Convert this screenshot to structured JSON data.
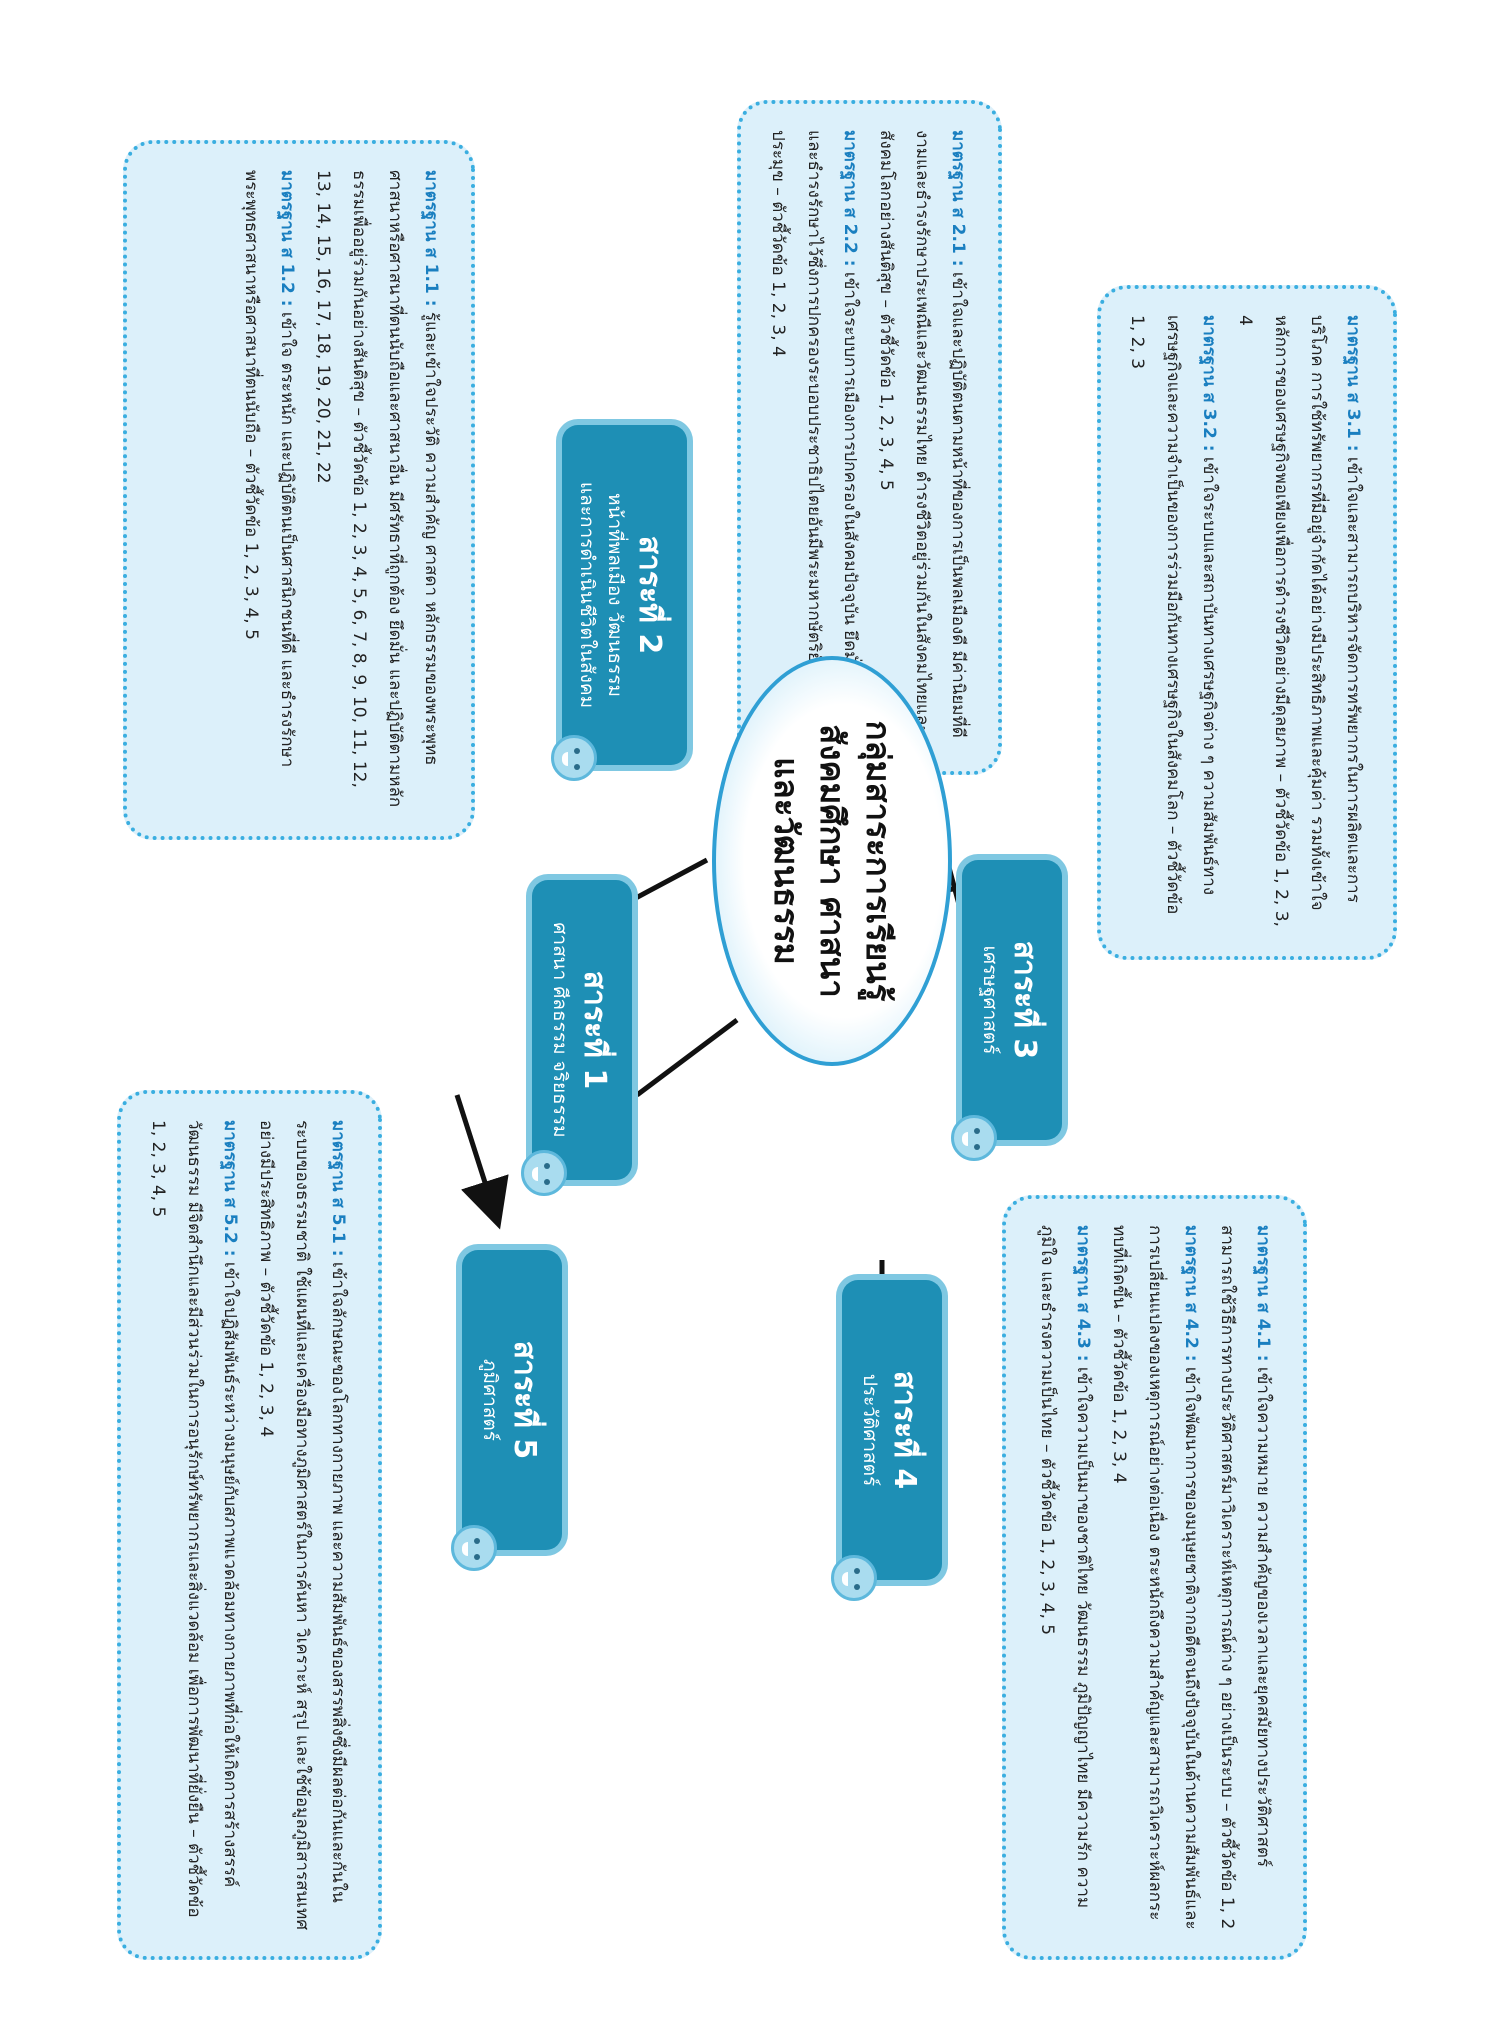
{
  "title": {
    "line1": "กลุ่มสาระการเรียนรู้",
    "line2": "สังคมศึกษา ศาสนา",
    "line3": "และวัฒนธรรม"
  },
  "strands": [
    {
      "title": "สาระที่ 1",
      "subtitle": "ศาสนา ศีลธรรม จริยธรรม",
      "subtitle2": ""
    },
    {
      "title": "สาระที่ 2",
      "subtitle": "หน้าที่พลเมือง วัฒนธรรม",
      "subtitle2": "และการดำเนินชีวิตในสังคม"
    },
    {
      "title": "สาระที่ 3",
      "subtitle": "เศรษฐศาสตร์",
      "subtitle2": ""
    },
    {
      "title": "สาระที่ 4",
      "subtitle": "ประวัติศาสตร์",
      "subtitle2": ""
    },
    {
      "title": "สาระที่ 5",
      "subtitle": "ภูมิศาสตร์",
      "subtitle2": ""
    }
  ],
  "standards": {
    "s1": [
      {
        "label": "มาตรฐาน ส 1.1 :",
        "text": "รู้และเข้าใจประวัติ ความสำคัญ ศาสดา หลักธรรมของพระพุทธศาสนาหรือศาสนาที่ตนนับถือและศาสนาอื่น มีศรัทธาที่ถูกต้อง ยึดมั่น และปฏิบัติตามหลักธรรมเพื่ออยู่ร่วมกันอย่างสันติสุข – ตัวชี้วัดข้อ 1, 2, 3, 4, 5, 6, 7, 8, 9, 10, 11, 12, 13, 14, 15, 16, 17, 18, 19, 20, 21, 22"
      },
      {
        "label": "มาตรฐาน ส 1.2 :",
        "text": "เข้าใจ ตระหนัก และปฏิบัติตนเป็นศาสนิกชนที่ดี และธำรงรักษาพระพุทธศาสนาหรือศาสนาที่ตนนับถือ – ตัวชี้วัดข้อ 1, 2, 3, 4, 5"
      }
    ],
    "s2": [
      {
        "label": "มาตรฐาน ส 2.1 :",
        "text": "เข้าใจและปฏิบัติตนตามหน้าที่ของการเป็นพลเมืองดี มีค่านิยมที่ดีงามและธำรงรักษาประเพณีและวัฒนธรรมไทย ดำรงชีวิตอยู่ร่วมกันในสังคมไทยและสังคมโลกอย่างสันติสุข – ตัวชี้วัดข้อ 1, 2, 3, 4, 5"
      },
      {
        "label": "มาตรฐาน ส 2.2 :",
        "text": "เข้าใจระบบการเมืองการปกครองในสังคมปัจจุบัน ยึดมั่น ศรัทธา และธำรงรักษาไว้ซึ่งการปกครองระบอบประชาธิปไตยอันมีพระมหากษัตริย์ทรงเป็นประมุข – ตัวชี้วัดข้อ 1, 2, 3, 4"
      }
    ],
    "s3": [
      {
        "label": "มาตรฐาน ส 3.1 :",
        "text": "เข้าใจและสามารถบริหารจัดการทรัพยากรในการผลิตและการบริโภค การใช้ทรัพยากรที่มีอยู่จำกัดได้อย่างมีประสิทธิภาพและคุ้มค่า รวมทั้งเข้าใจหลักการของเศรษฐกิจพอเพียงเพื่อการดำรงชีวิตอย่างมีดุลยภาพ – ตัวชี้วัดข้อ 1, 2, 3, 4"
      },
      {
        "label": "มาตรฐาน ส 3.2 :",
        "text": "เข้าใจระบบและสถาบันทางเศรษฐกิจต่าง ๆ ความสัมพันธ์ทางเศรษฐกิจและความจำเป็นของการร่วมมือกันทางเศรษฐกิจในสังคมโลก – ตัวชี้วัดข้อ 1, 2, 3"
      }
    ],
    "s4": [
      {
        "label": "มาตรฐาน ส 4.1 :",
        "text": "เข้าใจความหมาย ความสำคัญของเวลาและยุคสมัยทางประวัติศาสตร์ สามารถใช้วิธีการทางประวัติศาสตร์มาวิเคราะห์เหตุการณ์ต่าง ๆ อย่างเป็นระบบ – ตัวชี้วัดข้อ 1, 2"
      },
      {
        "label": "มาตรฐาน ส 4.2 :",
        "text": "เข้าใจพัฒนาการของมนุษยชาติจากอดีตจนถึงปัจจุบันในด้านความสัมพันธ์และการเปลี่ยนแปลงของเหตุการณ์อย่างต่อเนื่อง ตระหนักถึงความสำคัญและสามารถวิเคราะห์ผลกระทบที่เกิดขึ้น – ตัวชี้วัดข้อ 1, 2, 3, 4"
      },
      {
        "label": "มาตรฐาน ส 4.3 :",
        "text": "เข้าใจความเป็นมาของชาติไทย วัฒนธรรม ภูมิปัญญาไทย มีความรัก ความภูมิใจ และธำรงความเป็นไทย – ตัวชี้วัดข้อ 1, 2, 3, 4, 5"
      }
    ],
    "s5": [
      {
        "label": "มาตรฐาน ส 5.1 :",
        "text": "เข้าใจลักษณะของโลกทางกายภาพ และความสัมพันธ์ของสรรพสิ่งซึ่งมีผลต่อกันและกันในระบบของธรรมชาติ ใช้แผนที่และเครื่องมือทางภูมิศาสตร์ในการค้นหา วิเคราะห์ สรุป และใช้ข้อมูลภูมิสารสนเทศอย่างมีประสิทธิภาพ – ตัวชี้วัดข้อ 1, 2, 3, 4"
      },
      {
        "label": "มาตรฐาน ส 5.2 :",
        "text": "เข้าใจปฏิสัมพันธ์ระหว่างมนุษย์กับสภาพแวดล้อมทางกายภาพที่ก่อให้เกิดการสร้างสรรค์วัฒนธรรม มีจิตสำนึกและมีส่วนร่วมในการอนุรักษ์ทรัพยากรและสิ่งแวดล้อม เพื่อการพัฒนาที่ยั่งยืน – ตัวชี้วัดข้อ 1, 2, 3, 4, 5"
      }
    ]
  },
  "colors": {
    "tab": "#1e8fb5",
    "box": "#dcf0fa",
    "border": "#3aaee0",
    "label": "#1a7fc0"
  }
}
